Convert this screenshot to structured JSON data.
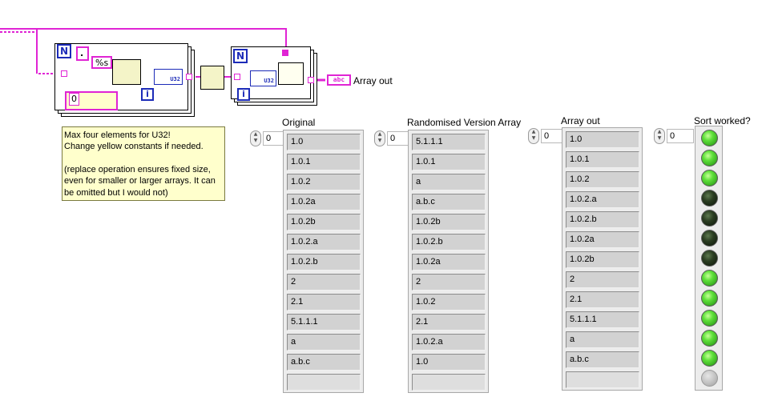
{
  "diagram": {
    "numeric_terminal": "N",
    "iteration_terminal": "i",
    "dot_constant": ".",
    "format_constant": "%s",
    "zero_constant": "0",
    "u32_label": "U32",
    "string_indicator_glyph": "abc",
    "output_label": "Array out",
    "wire_color": "#e024d4",
    "loop_terminal_color": "#1c2bb8"
  },
  "note": {
    "line1": "Max four elements for U32!",
    "line2": "Change yellow constants if needed.",
    "line3": "(replace operation ensures fixed size, even for smaller or larger arrays. It can be omitted but I would not)"
  },
  "panels": {
    "original": {
      "label": "Original",
      "index": "0",
      "items": [
        "1.0",
        "1.0.1",
        "1.0.2",
        "1.0.2a",
        "1.0.2b",
        "1.0.2.a",
        "1.0.2.b",
        "2",
        "2.1",
        "5.1.1.1",
        "a",
        "a.b.c"
      ]
    },
    "randomised": {
      "label": "Randomised Version Array",
      "index": "0",
      "items": [
        "5.1.1.1",
        "1.0.1",
        "a",
        "a.b.c",
        "1.0.2b",
        "1.0.2.b",
        "1.0.2a",
        "2",
        "1.0.2",
        "2.1",
        "1.0.2.a",
        "1.0"
      ]
    },
    "array_out": {
      "label": "Array out",
      "index": "0",
      "items": [
        "1.0",
        "1.0.1",
        "1.0.2",
        "1.0.2.a",
        "1.0.2.b",
        "1.0.2a",
        "1.0.2b",
        "2",
        "2.1",
        "5.1.1.1",
        "a",
        "a.b.c"
      ]
    },
    "sort_worked": {
      "label": "Sort worked?",
      "index": "0",
      "leds": [
        true,
        true,
        true,
        false,
        false,
        false,
        false,
        true,
        true,
        true,
        true,
        true
      ],
      "led_on_color": "#5fe03a",
      "led_off_color": "#2b3e22"
    }
  }
}
